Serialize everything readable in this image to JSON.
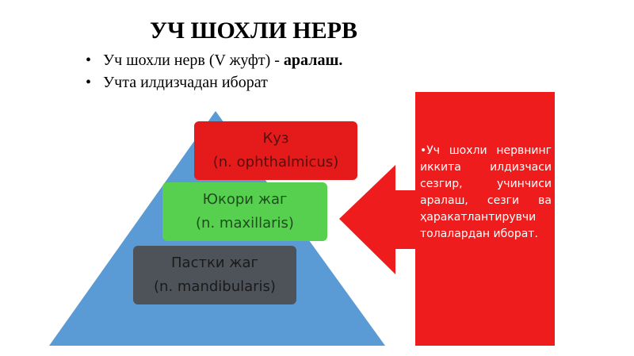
{
  "title": "УЧ ШОХЛИ НЕРВ",
  "bullets": [
    {
      "marker": "•",
      "text": "Уч шохли нерв (V жуфт) - ",
      "bold": "аралаш."
    },
    {
      "marker": "•",
      "text": "Учта илдизчадан иборат",
      "bold": ""
    }
  ],
  "branches": {
    "top": {
      "name": "Куз",
      "latin": "(n. ophthalmicus)"
    },
    "middle": {
      "name": "Юкори жаг",
      "latin": "(n. maxillaris)"
    },
    "bottom": {
      "name": "Пастки жаг",
      "latin": "(n. mandibularis)"
    }
  },
  "note": "•Уч шохли нервнинг иккита илдизчаси сезгир, учинчиси аралаш, сезги ва ҳаракатлантирувчи толалардан иборат.",
  "colors": {
    "pyramid": "#5b9bd5",
    "top_box": "#e51a1a",
    "middle_box": "#56d04e",
    "bottom_box": "#4e535a",
    "arrow": "#ee1c1c"
  }
}
